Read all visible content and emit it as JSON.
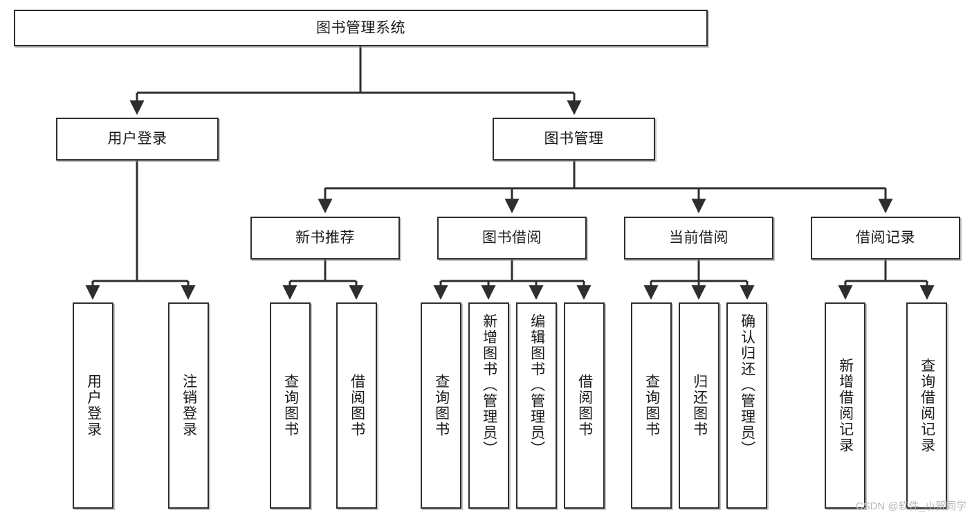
{
  "diagram": {
    "title": "图书管理系统",
    "type": "tree",
    "watermark": "CSDN @软件_小贺同学",
    "colors": {
      "node_border": "#2e2e2e",
      "node_fill": "#ffffff",
      "edge": "#2e2e2e",
      "watermark": "#b9b9b9",
      "background": "#ffffff"
    },
    "nodes": {
      "root": {
        "label": "图书管理系统"
      },
      "level2": [
        {
          "id": "user-login",
          "label": "用户登录"
        },
        {
          "id": "book-manage",
          "label": "图书管理"
        }
      ],
      "level3": [
        {
          "id": "new-book-recommend",
          "label": "新书推荐"
        },
        {
          "id": "book-borrow",
          "label": "图书借阅"
        },
        {
          "id": "current-borrow",
          "label": "当前借阅"
        },
        {
          "id": "borrow-record",
          "label": "借阅记录"
        }
      ],
      "leaves": {
        "user-login": [
          {
            "id": "leaf-user-login",
            "label": "用户登录"
          },
          {
            "id": "leaf-user-logout",
            "label": "注销登录"
          }
        ],
        "new-book-recommend": [
          {
            "id": "leaf-query-book-1",
            "label": "查询图书"
          },
          {
            "id": "leaf-borrow-book-1",
            "label": "借阅图书"
          }
        ],
        "book-borrow": [
          {
            "id": "leaf-query-book-2",
            "label": "查询图书"
          },
          {
            "id": "leaf-add-book",
            "label": "新增图书（管理员）"
          },
          {
            "id": "leaf-edit-book",
            "label": "编辑图书（管理员）"
          },
          {
            "id": "leaf-borrow-book-2",
            "label": "借阅图书"
          }
        ],
        "current-borrow": [
          {
            "id": "leaf-query-book-3",
            "label": "查询图书"
          },
          {
            "id": "leaf-return-book",
            "label": "归还图书"
          },
          {
            "id": "leaf-confirm-return",
            "label": "确认归还（管理员）"
          }
        ],
        "borrow-record": [
          {
            "id": "leaf-add-record",
            "label": "新增借阅记录"
          },
          {
            "id": "leaf-query-record",
            "label": "查询借阅记录"
          }
        ]
      }
    }
  }
}
